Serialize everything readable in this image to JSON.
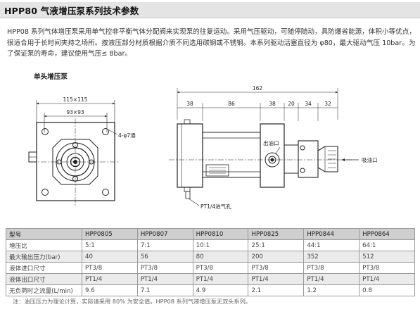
{
  "title": "HPP80 气液增压泵系列技术参数",
  "intro": "HPP08 系列气体增压泵采用单气控非平衡气体分配阀来实现泵的往复运动。采用气压驱动，可随停随动，具防爆省能源，体积小等优点，很适合用于长时间夹持之场所。按液压部分材质根据介质不同选用碳钢或不锈钢。本系列驱动活塞直径为 φ80，最大驱动气压 10bar。为了保证泵的寿命，建议使用气压≤ 8bar。",
  "subtitle": "单头增压泵",
  "drawing": {
    "dim_outer": "115×115",
    "dim_inner": "93×93",
    "holes": "4-φ7通",
    "dim_total": "162",
    "dims": [
      "38",
      "86",
      "38",
      "20",
      "34",
      "32"
    ],
    "outlet_label": "出油口",
    "suction_label": "吸油口",
    "air_port_label": "PT1/4进气孔"
  },
  "table": {
    "header": [
      "型号",
      "HPP0805",
      "HPP0807",
      "HPP0810",
      "HPP0825",
      "HPP0844",
      "HPP0864"
    ],
    "rows": [
      [
        "增压比",
        "5:1",
        "7:1",
        "10:1",
        "25:1",
        "44:1",
        "64:1"
      ],
      [
        "最大输出压力(bar)",
        "40",
        "56",
        "80",
        "200",
        "352",
        "512"
      ],
      [
        "液体进口尺寸",
        "PT3/8",
        "PT3/8",
        "PT3/8",
        "PT3/8",
        "PT3/8",
        "PT3/8"
      ],
      [
        "液体出口尺寸",
        "PT1/4",
        "PT1/4",
        "PT1/4",
        "PT1/4",
        "PT1/4",
        "PT1/4"
      ],
      [
        "无负荷时之流量(L/min)",
        "9.6",
        "7.1",
        "4.9",
        "2.1",
        "1.2",
        "0.8"
      ]
    ]
  },
  "note": "注：油压压力为理论计算，实际请采用 80% 为安全值。HPP08 系列气液增压泵无双头系列。"
}
